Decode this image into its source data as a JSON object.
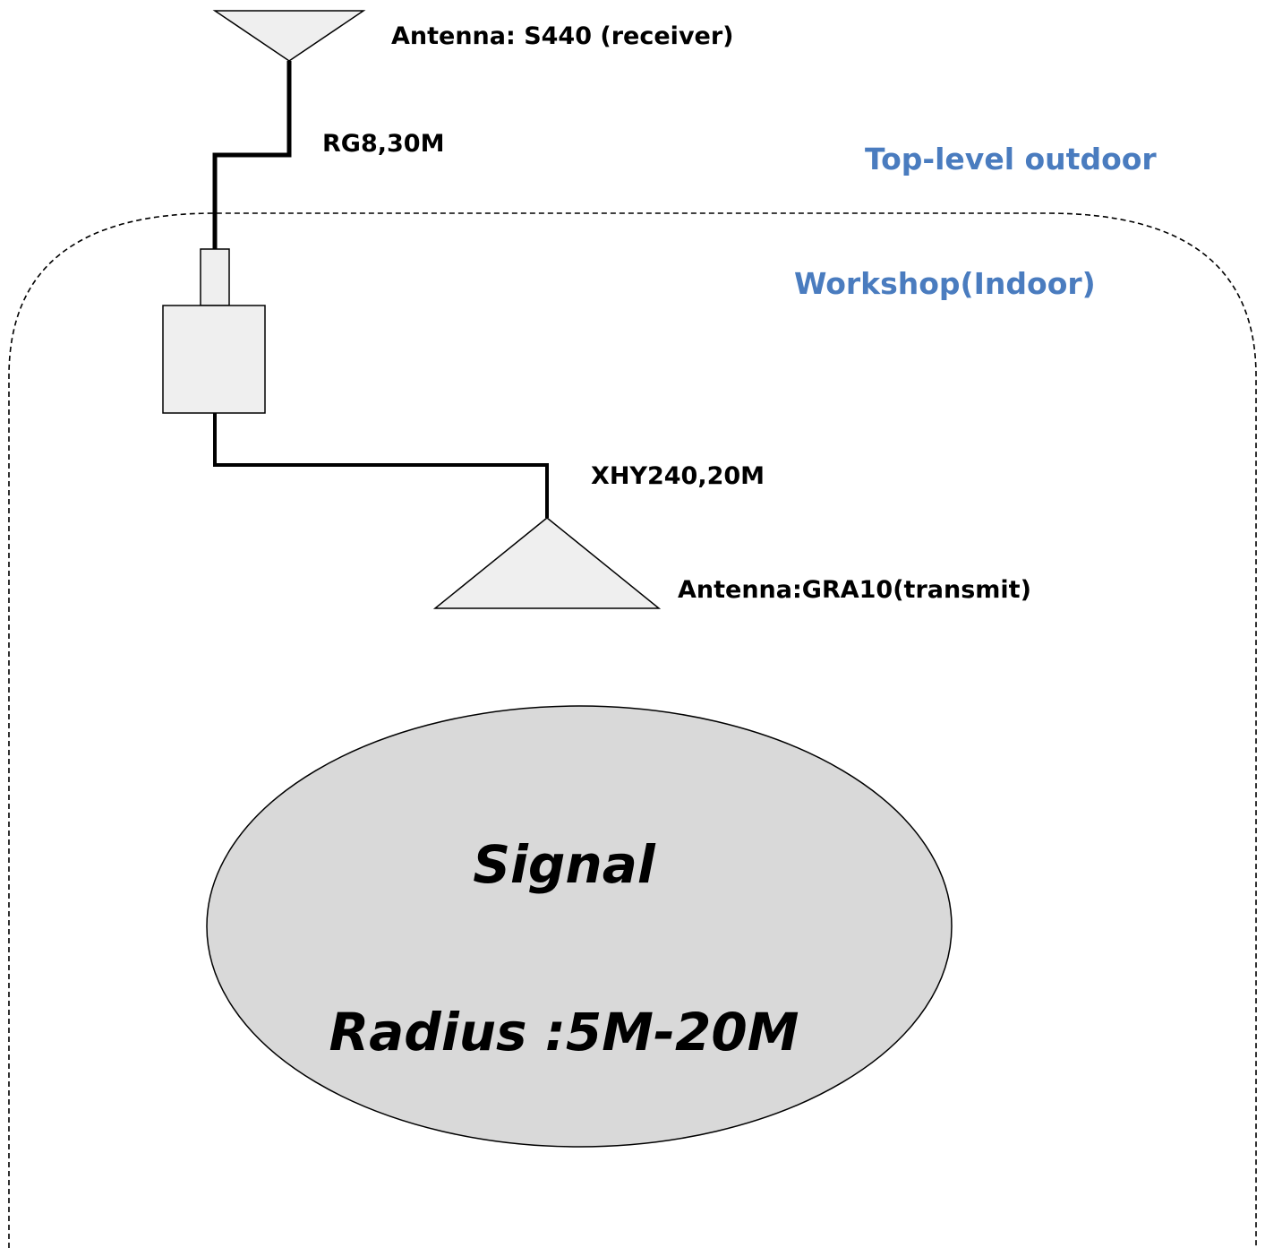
{
  "receiver_antenna": {
    "label": "Antenna: S440 (receiver)",
    "icon": "antenna-receiver-icon"
  },
  "cable_outdoor": {
    "label": "RG8,30M"
  },
  "zone_outdoor": {
    "label": "Top-level outdoor",
    "color": "#4a7cbf"
  },
  "zone_indoor": {
    "label": "Workshop(Indoor)",
    "color": "#4a7cbf"
  },
  "booster": {
    "icon": "repeater-box-icon",
    "fill": "#efefef"
  },
  "cable_indoor": {
    "label": "XHY240,20M"
  },
  "transmit_antenna": {
    "label": "Antenna:GRA10(transmit)",
    "icon": "antenna-transmit-icon"
  },
  "coverage": {
    "title": "Signal",
    "radius": "Radius :5M-20M",
    "fill": "#d9d9d9"
  },
  "colors": {
    "stroke": "#000000",
    "antenna_fill": "#efefef"
  }
}
